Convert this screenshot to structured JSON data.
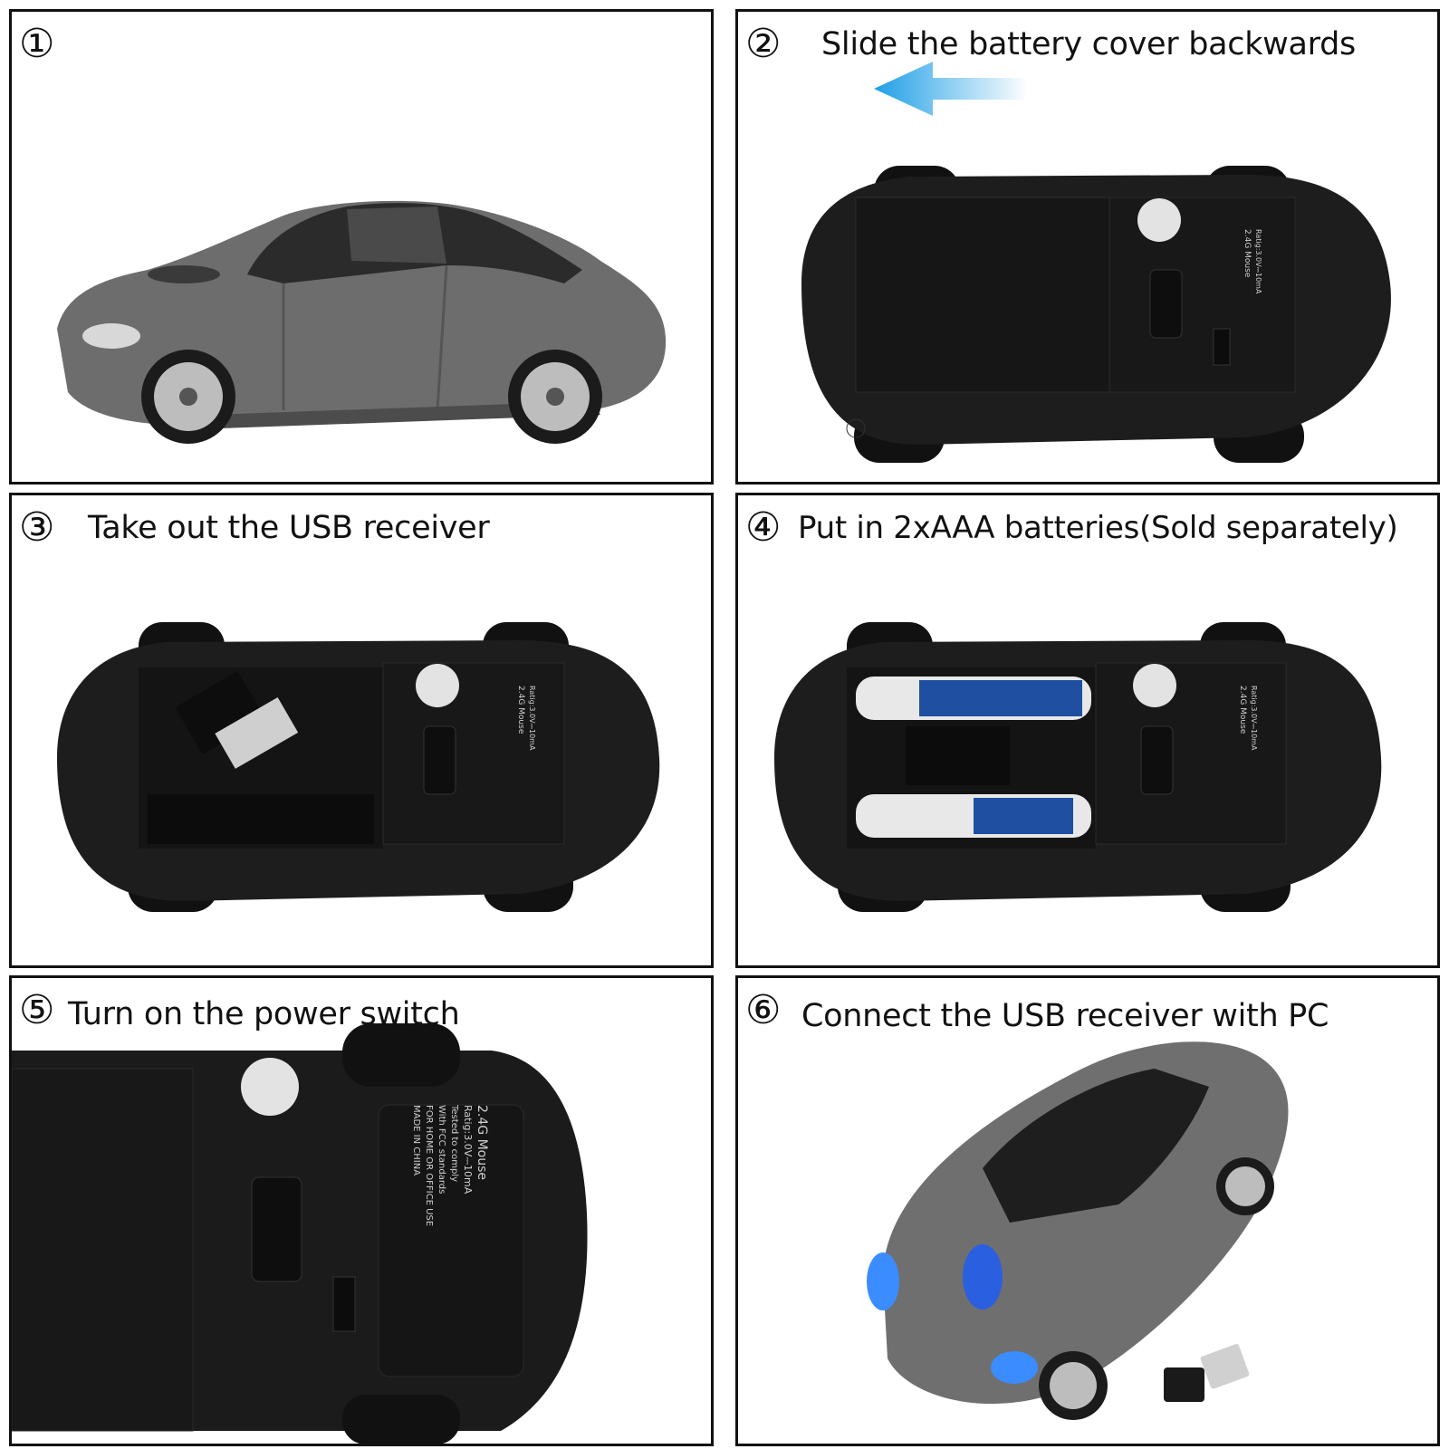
{
  "steps": [
    {
      "number": "①",
      "caption": ""
    },
    {
      "number": "②",
      "caption": "Slide the battery cover backwards"
    },
    {
      "number": "③",
      "caption": "Take out the USB receiver"
    },
    {
      "number": "④",
      "caption": "Put in 2xAAA batteries(Sold separately)"
    },
    {
      "number": "⑤",
      "caption": "Turn on the power switch"
    },
    {
      "number": "⑥",
      "caption": "Connect the USB receiver with PC"
    }
  ],
  "label": {
    "model": "2.4G Mouse",
    "rating": "Ratig:3.0V⎓10mA",
    "tested": "Tested to comply",
    "fcc": "With FCC standards",
    "use": "FOR HOME OR OFFICE USE",
    "origin": "MADE IN CHINA"
  },
  "colors": {
    "car_body": "#6e6e6e",
    "underside": "#1c1c1c",
    "arrow": "#2aa6e6",
    "headlight": "#3b8cff"
  }
}
